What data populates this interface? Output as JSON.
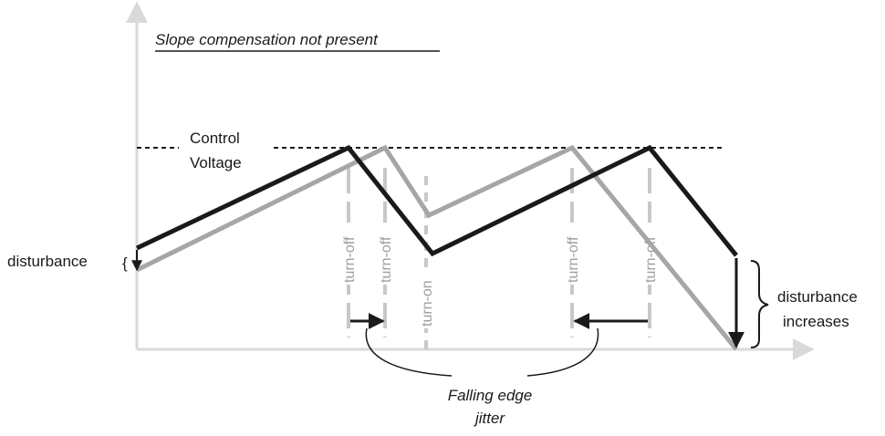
{
  "title": "Slope compensation not present",
  "control_voltage_label": [
    "Control",
    "Voltage"
  ],
  "disturbance_label": "disturbance",
  "disturbance_increases_label": [
    "disturbance",
    "increases"
  ],
  "marker_labels": {
    "turn_off_1": "turn-off",
    "turn_off_2": "turn-off",
    "turn_on": "turn-on",
    "turn_off_3": "turn-off",
    "turn_off_4": "turn-off"
  },
  "jitter_label": [
    "Falling edge",
    "jitter"
  ],
  "colors": {
    "black_waveform": "#1a1a1a",
    "gray_waveform": "#a6a6a6",
    "axes": "#d9d9d9",
    "markers": "#c8c8c8",
    "text": "#1a1a1a"
  }
}
